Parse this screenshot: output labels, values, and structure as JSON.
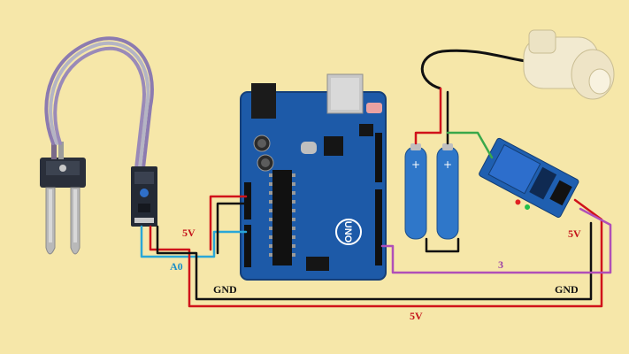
{
  "labels": {
    "a0": "A0",
    "five_v_left": "5V",
    "five_v_right": "5V",
    "five_v_bottom": "5V",
    "gnd_left": "GND",
    "gnd_right": "GND",
    "pin3": "3"
  },
  "board": {
    "logo": "UNO"
  },
  "colors": {
    "background": "#f6e7a9",
    "wire_red": "#d0121a",
    "wire_black": "#111111",
    "wire_blue": "#2aa7d8",
    "wire_purple": "#b04fb8",
    "wire_green": "#3aa84a",
    "board_blue": "#1d5aa8",
    "relay_blue": "#1f5fb0",
    "battery_blue": "#2f77c9",
    "label_red": "#c4121a",
    "label_blue": "#1a8ec7",
    "label_purple": "#9b3fa6"
  }
}
